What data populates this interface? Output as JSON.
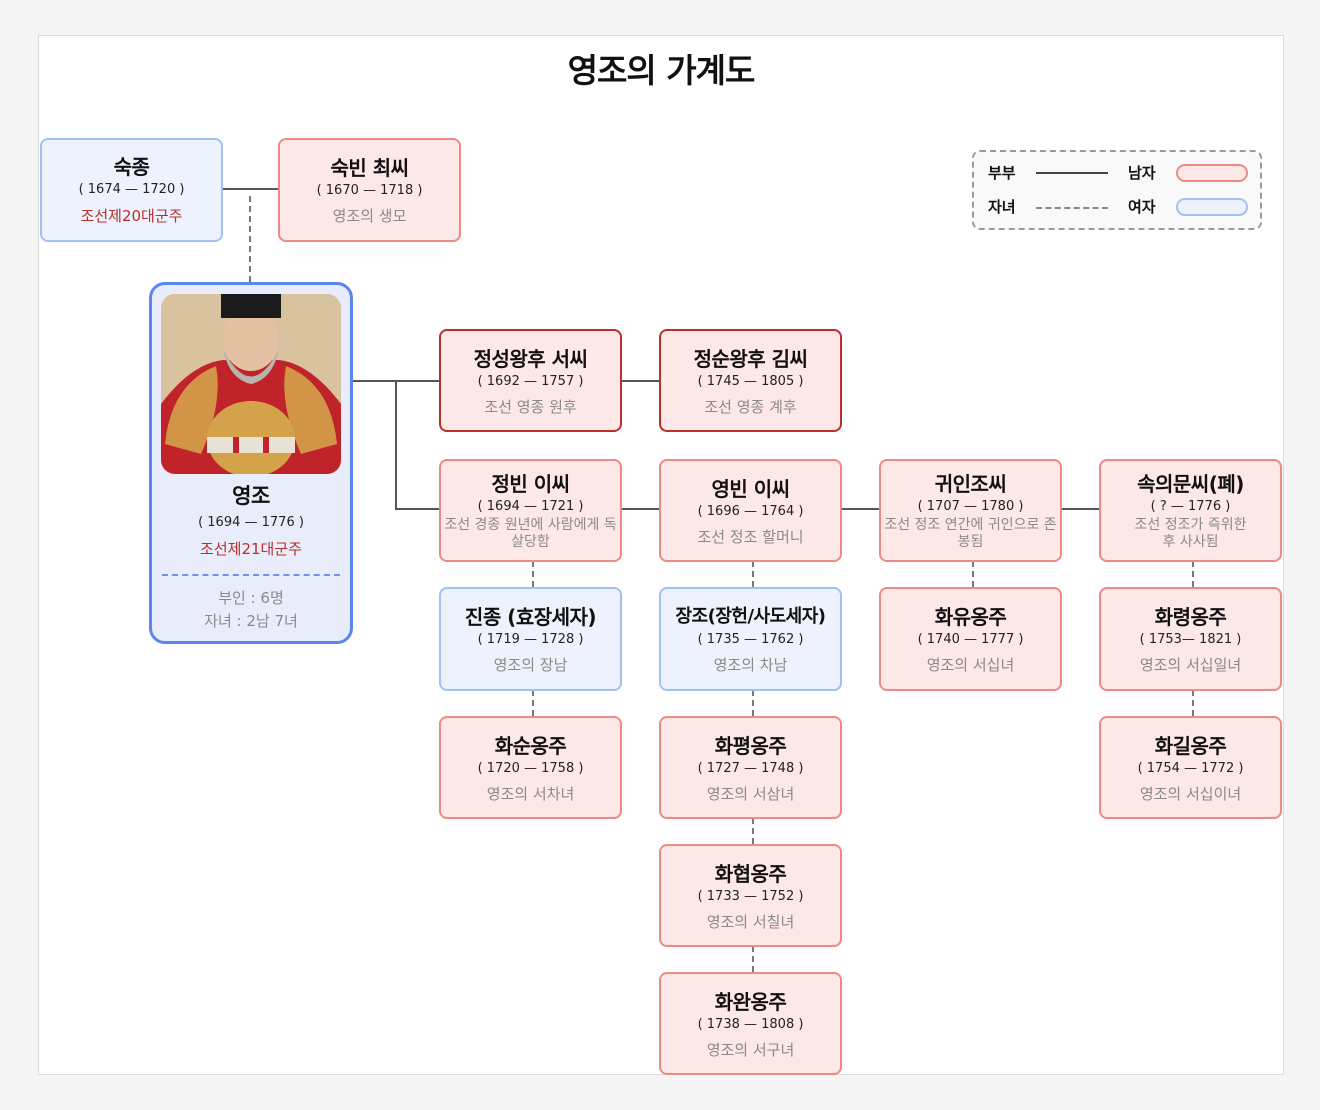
{
  "title": "영조의 가계도",
  "legend": {
    "spouse_label": "부부",
    "child_label": "자녀",
    "male_label": "남자",
    "female_label": "여자",
    "male_color": "#ec8a86",
    "female_color": "#9fc1f5"
  },
  "parents": {
    "father": {
      "name": "숙종",
      "years": "( 1674 — 1720 )",
      "note": "조선제20대군주"
    },
    "mother": {
      "name": "숙빈 최씨",
      "years": "( 1670 — 1718 )",
      "note": "영조의 생모"
    }
  },
  "king": {
    "name": "영조",
    "years": "( 1694 — 1776 )",
    "note": "조선제21대군주",
    "wives": "부인 : 6명",
    "children": "자녀 : 2남 7녀"
  },
  "queens": [
    {
      "name": "정성왕후 서씨",
      "years": "( 1692 — 1757 )",
      "note": "조선 영종 원후"
    },
    {
      "name": "정순왕후 김씨",
      "years": "( 1745 — 1805 )",
      "note": "조선 영종 계후"
    }
  ],
  "consorts": [
    {
      "name": "정빈 이씨",
      "years": "( 1694 — 1721 )",
      "note": "조선 경종 원년에 사람에게 독살당함"
    },
    {
      "name": "영빈 이씨",
      "years": "( 1696 — 1764 )",
      "note": "조선 정조 할머니"
    },
    {
      "name": "귀인조씨",
      "years": "( 1707 — 1780 )",
      "note": "조선 정조 연간에 귀인으로 존봉됨"
    },
    {
      "name": "속의문씨(폐)",
      "years": "( ? — 1776 )",
      "note": "조선 정조가 즉위한 후 사사됨"
    }
  ],
  "children": {
    "jeongbin": [
      {
        "name": "진종 (효장세자)",
        "years": "( 1719 — 1728 )",
        "note": "영조의 장남"
      },
      {
        "name": "화순옹주",
        "years": "( 1720 — 1758 )",
        "note": "영조의 서차녀"
      }
    ],
    "yeongbin": [
      {
        "name": "장조(장헌/사도세자)",
        "years": "( 1735 — 1762 )",
        "note": "영조의 차남"
      },
      {
        "name": "화평옹주",
        "years": "( 1727 — 1748 )",
        "note": "영조의 서삼녀"
      },
      {
        "name": "화협옹주",
        "years": "( 1733 — 1752 )",
        "note": "영조의 서칠녀"
      },
      {
        "name": "화완옹주",
        "years": "( 1738 — 1808 )",
        "note": "영조의 서구녀"
      }
    ],
    "gwiin": [
      {
        "name": "화유옹주",
        "years": "( 1740 — 1777 )",
        "note": "영조의 서십녀"
      }
    ],
    "munssi": [
      {
        "name": "화령옹주",
        "years": "( 1753— 1821 )",
        "note": "영조의 서십일녀"
      },
      {
        "name": "화길옹주",
        "years": "( 1754 — 1772 )",
        "note": "영조의 서십이녀"
      }
    ]
  }
}
